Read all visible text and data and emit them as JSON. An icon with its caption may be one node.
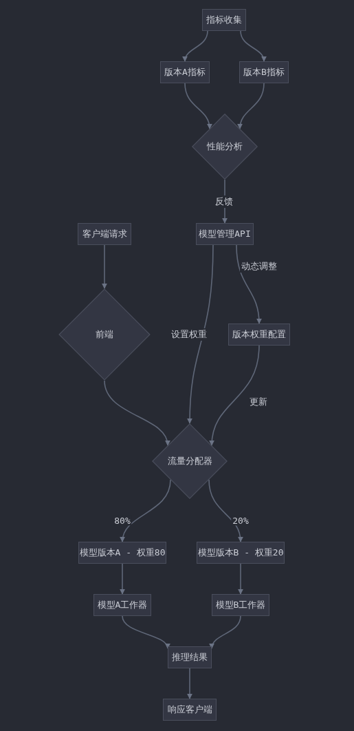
{
  "diagram": {
    "nodes": [
      {
        "text": [
          "指标收集"
        ]
      },
      {
        "text": [
          "版本A指标"
        ]
      },
      {
        "text": [
          "版本B指标"
        ]
      },
      {
        "text": [
          "性能分析"
        ]
      },
      {
        "text": [
          "模型管理API"
        ]
      },
      {
        "text": [
          "客户端请求"
        ]
      },
      {
        "text": [
          "前端"
        ]
      },
      {
        "text": [
          "版本权重配置"
        ]
      },
      {
        "text": [
          "流量分配器"
        ]
      },
      {
        "text": [
          "模型版本A - 权重80"
        ]
      },
      {
        "text": [
          "模型版本B - 权重20"
        ]
      },
      {
        "text": [
          "模型A工作器"
        ]
      },
      {
        "text": [
          "模型B工作器"
        ]
      },
      {
        "text": [
          "推理结果"
        ]
      },
      {
        "text": [
          "响应客户端"
        ]
      }
    ],
    "edges": [
      {
        "from": 0,
        "to": 1,
        "arrow": "to"
      },
      {
        "from": 0,
        "to": 2,
        "arrow": "to"
      },
      {
        "from": 1,
        "to": 3,
        "arrow": "to"
      },
      {
        "from": 2,
        "to": 3,
        "arrow": "to"
      },
      {
        "from": 3,
        "to": 4,
        "arrow": "to",
        "label": "反馈"
      },
      {
        "from": 5,
        "to": 6,
        "arrow": "to"
      },
      {
        "from": 4,
        "to": 8,
        "arrow": "to",
        "label": "设置权重"
      },
      {
        "from": 4,
        "to": 7,
        "arrow": "to",
        "label": "动态调整"
      },
      {
        "from": 7,
        "to": 8,
        "arrow": "to",
        "label": "更新"
      },
      {
        "from": 6,
        "to": 8,
        "arrow": "to"
      },
      {
        "from": 8,
        "to": 9,
        "arrow": "to",
        "label": "80%"
      },
      {
        "from": 8,
        "to": 10,
        "arrow": "to",
        "label": "20%"
      },
      {
        "from": 9,
        "to": 11,
        "arrow": "to"
      },
      {
        "from": 10,
        "to": 12,
        "arrow": "to"
      },
      {
        "from": 11,
        "to": 13,
        "arrow": "to"
      },
      {
        "from": 12,
        "to": 13,
        "arrow": "to"
      },
      {
        "from": 13,
        "to": 14,
        "arrow": "to"
      }
    ]
  }
}
